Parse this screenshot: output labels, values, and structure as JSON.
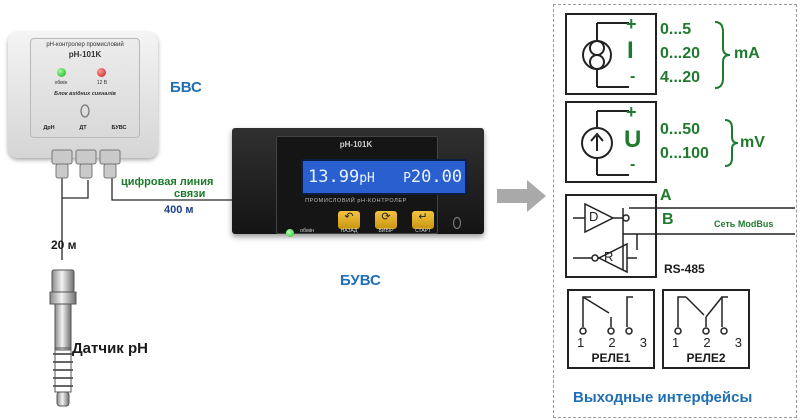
{
  "labels": {
    "bvs": "БВС",
    "buvs": "БУВС",
    "cable_length": "20 м",
    "sensor": "Датчик рН",
    "digital_link_line1": "цифровая линия",
    "digital_link_line2": "связи",
    "link_length": "400 м",
    "outputs_title": "Выходные интерфейсы"
  },
  "bvs_device": {
    "brand": "pH-контролер промисловий",
    "model": "pH-101K",
    "led_exchange": "обмін",
    "led_power": "12 В",
    "block_name": "Блок вхідних сигналів",
    "ports": [
      "ДрН",
      "ДТ",
      "БУВС"
    ]
  },
  "controller": {
    "model": "pH-101K",
    "display_ph": "13.99",
    "display_ph_unit": "pH",
    "display_p": "P",
    "display_p_value": "20.00",
    "caption": "ПРОМИСЛОВИЙ pH-КОНТРОЛЕР",
    "led_label": "обмін",
    "buttons": [
      "НАЗАД",
      "ВИБІР",
      "СТАРТ"
    ]
  },
  "current_output": {
    "sign_plus": "+",
    "letter": "I",
    "sign_minus": "-",
    "ranges": [
      "0...5",
      "0...20",
      "4...20"
    ],
    "unit": "mA"
  },
  "voltage_output": {
    "sign_plus": "+",
    "letter": "U",
    "sign_minus": "-",
    "ranges": [
      "0...50",
      "0...100"
    ],
    "unit": "mV"
  },
  "rs485": {
    "line_a": "A",
    "line_b": "B",
    "network": "Сеть ModBus",
    "driver": "D",
    "receiver": "R",
    "standard": "RS-485"
  },
  "relays": [
    {
      "name": "РЕЛЕ1",
      "pins": [
        "1",
        "2",
        "3"
      ]
    },
    {
      "name": "РЕЛЕ2",
      "pins": [
        "1",
        "2",
        "3"
      ]
    }
  ],
  "colors": {
    "label_blue": "#1f6fb5",
    "output_green": "#1f7a2e",
    "lcd_blue": "#2a5fd0",
    "button_yellow": "#e2ad24"
  }
}
